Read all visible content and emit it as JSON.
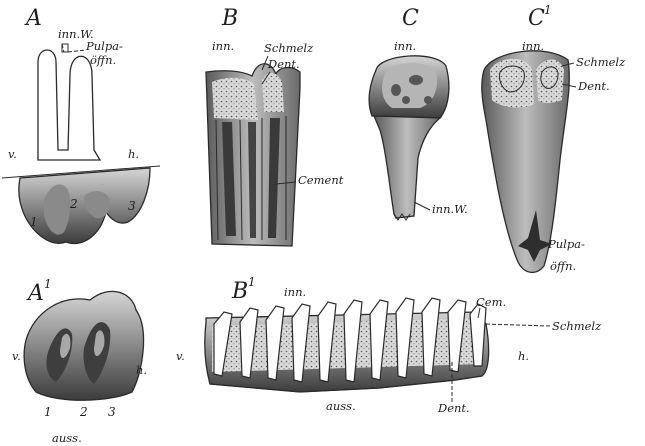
{
  "figures": {
    "A": {
      "letter": "A",
      "labels": {
        "inn_w": "inn.W.",
        "pulpa_1": "Pulpa-",
        "pulpa_2": "öffn.",
        "v": "v.",
        "h": "h."
      },
      "cusps": [
        "1",
        "2",
        "3"
      ]
    },
    "A1": {
      "letter": "A",
      "sup": "1",
      "labels": {
        "v": "v.",
        "h": "h.",
        "auss": "auss."
      },
      "cusps": [
        "1",
        "2",
        "3"
      ]
    },
    "B": {
      "letter": "B",
      "labels": {
        "inn": "inn.",
        "schmelz": "Schmelz",
        "dent": "Dent.",
        "cement": "Cement"
      }
    },
    "B1": {
      "letter": "B",
      "sup": "1",
      "labels": {
        "inn": "inn.",
        "cem": "Cem.",
        "schmelz": "Schmelz",
        "v": "v.",
        "h": "h.",
        "auss": "auss.",
        "dent": "Dent."
      }
    },
    "C": {
      "letter": "C",
      "labels": {
        "inn": "inn.",
        "inn_w": "inn.W."
      }
    },
    "C1": {
      "letter": "C",
      "sup": "1",
      "labels": {
        "inn": "inn.",
        "schmelz": "Schmelz",
        "dent": "Dent.",
        "pulpa_1": "Pulpa-",
        "pulpa_2": "öffn."
      }
    }
  },
  "colors": {
    "ink": "#1e1e1e",
    "dark_fill": "#4e4e4e",
    "mid_fill": "#8c8c8c",
    "light_fill": "#cfcfcf",
    "paper": "#ffffff"
  }
}
